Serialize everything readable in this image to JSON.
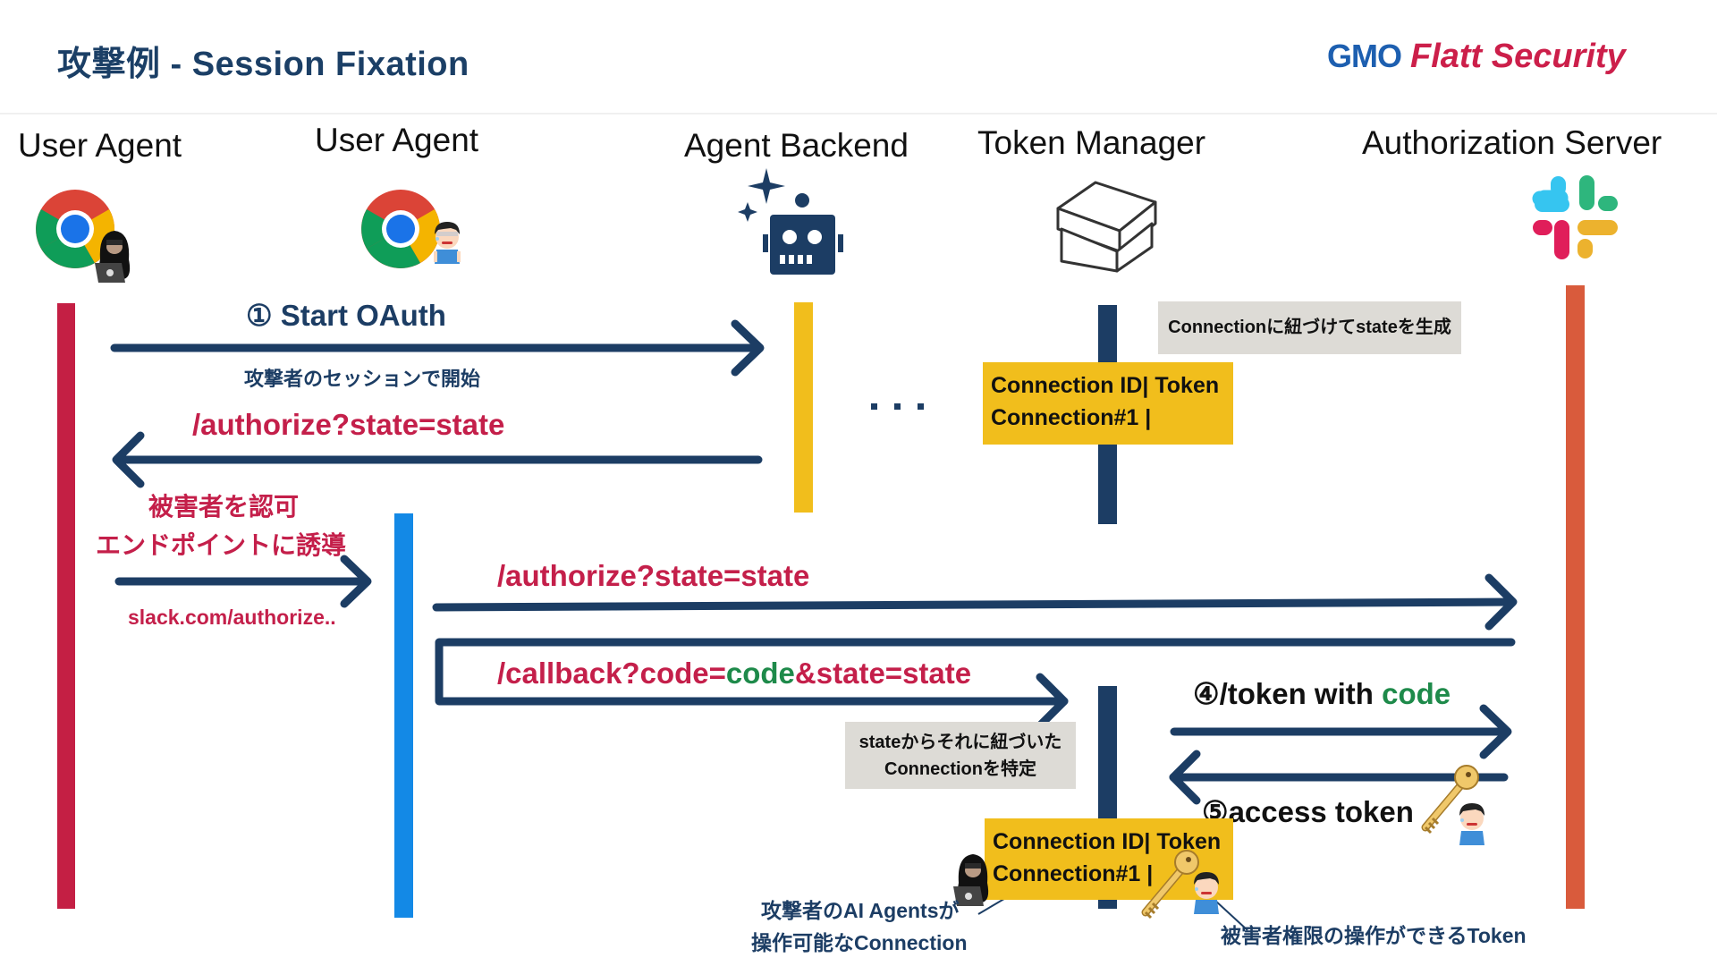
{
  "header": {
    "title": "攻撃例 - Session Fixation",
    "logo": {
      "primary": "GMO",
      "secondary": "Flatt Security"
    }
  },
  "actors": [
    {
      "id": "attacker-ua",
      "label": "User Agent",
      "icon": "chrome-with-hacker-icon",
      "lifeline_color": "#c41f44"
    },
    {
      "id": "victim-ua",
      "label": "User Agent",
      "icon": "chrome-with-victim-icon",
      "lifeline_color": "#1389e6"
    },
    {
      "id": "agent-backend",
      "label": "Agent Backend",
      "icon": "ai-robot-icon",
      "lifeline_color": "#f1be1c"
    },
    {
      "id": "token-manager",
      "label": "Token Manager",
      "icon": "box-icon",
      "lifeline_color": "#1c3d64"
    },
    {
      "id": "auth-server",
      "label": "Authorization Server",
      "icon": "slack-logo-icon",
      "lifeline_color": "#d95b3c"
    }
  ],
  "messages": {
    "start_oauth": {
      "label": "① Start OAuth",
      "sublabel": "攻撃者のセッションで開始"
    },
    "authorize_redirect": {
      "label": "/authorize?state=state"
    },
    "lure": {
      "line1": "被害者を認可",
      "line2": "エンドポイントに誘導",
      "sublabel": "slack.com/authorize.."
    },
    "authorize_victim": {
      "label": "/authorize?state=state"
    },
    "callback": {
      "prefix": "/callback?code=",
      "code": "code",
      "suffix": "&state=state"
    },
    "token_request": {
      "prefix": "④/token with ",
      "code": "code"
    },
    "access_token": {
      "label": "⑤access token"
    },
    "ellipsis": "・・・"
  },
  "notes": {
    "generate_state": "Connectionに紐づけてstateを生成",
    "identify_connection": {
      "line1": "stateからそれに紐づいた",
      "line2": "Connectionを特定"
    }
  },
  "tables": {
    "before": {
      "header": "Connection ID| Token",
      "row": "Connection#1 |"
    },
    "after": {
      "header": "Connection ID| Token",
      "row": "Connection#1 |"
    }
  },
  "annotations": {
    "attacker_connection": {
      "line1": "攻撃者のAI Agentsが",
      "line2": "操作可能なConnection"
    },
    "victim_token": "被害者権限の操作ができるToken"
  },
  "colors": {
    "navy": "#1c3d64",
    "crimson": "#c41f4a",
    "green": "#1e8a4a",
    "yellow": "#f1be1c",
    "gray_note": "#dddbd6"
  }
}
